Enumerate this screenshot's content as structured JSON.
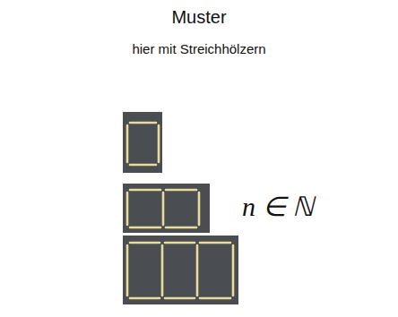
{
  "diagram": {
    "title": "Muster",
    "labels": [
      "hier mit Streichhölzern",
      "n ∈ ℕ"
    ]
  }
}
